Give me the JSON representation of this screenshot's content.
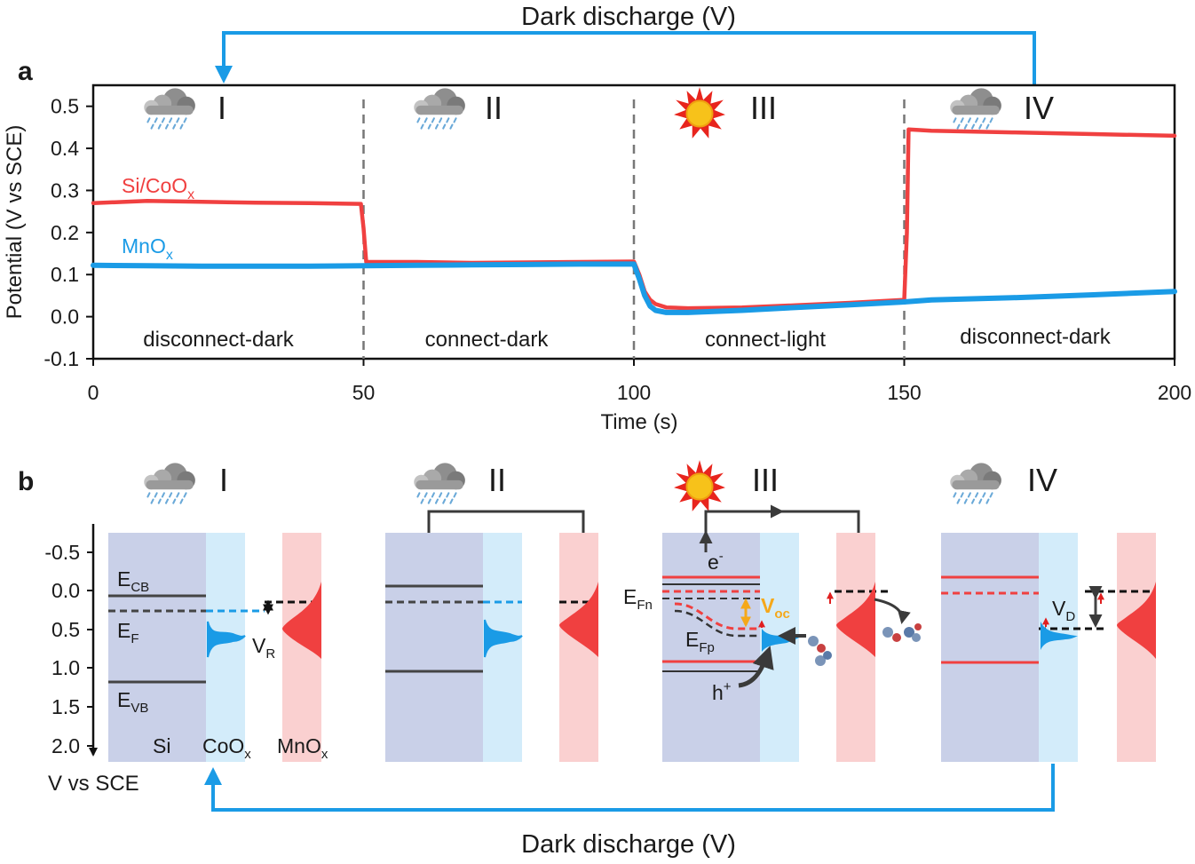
{
  "figure": {
    "top_caption": "Dark discharge (V)",
    "bottom_caption": "Dark discharge (V)",
    "accent_blue": "#1a9be6",
    "accent_red": "#f04040"
  },
  "panel_a": {
    "label": "a",
    "regions": [
      {
        "numeral": "I",
        "weather": "rain-cloud-icon",
        "condition": "disconnect-dark"
      },
      {
        "numeral": "II",
        "weather": "rain-cloud-icon",
        "condition": "connect-dark"
      },
      {
        "numeral": "III",
        "weather": "sun-icon",
        "condition": "connect-light"
      },
      {
        "numeral": "IV",
        "weather": "rain-cloud-icon",
        "condition": "disconnect-dark"
      }
    ]
  },
  "chart_data": {
    "type": "line",
    "xlabel": "Time (s)",
    "ylabel": "Potential (V vs SCE)",
    "xlim": [
      0,
      200
    ],
    "ylim": [
      -0.1,
      0.55
    ],
    "xticks": [
      0,
      50,
      100,
      150,
      200
    ],
    "yticks": [
      -0.1,
      0.0,
      0.1,
      0.2,
      0.3,
      0.4,
      0.5
    ],
    "grid": false,
    "phase_boundaries": [
      50,
      100,
      150
    ],
    "series": [
      {
        "name_base": "Si/CoO",
        "name_sub": "x",
        "color": "#f04040",
        "x": [
          0,
          10,
          20,
          30,
          40,
          49.5,
          50,
          50.5,
          60,
          70,
          80,
          90,
          100,
          101,
          102,
          103,
          104,
          106,
          110,
          120,
          130,
          140,
          150,
          150.5,
          150.8,
          155,
          170,
          185,
          200
        ],
        "y": [
          0.27,
          0.275,
          0.273,
          0.271,
          0.27,
          0.268,
          0.21,
          0.13,
          0.13,
          0.128,
          0.129,
          0.13,
          0.131,
          0.1,
          0.06,
          0.04,
          0.03,
          0.022,
          0.02,
          0.022,
          0.027,
          0.033,
          0.04,
          0.2,
          0.445,
          0.442,
          0.438,
          0.434,
          0.43
        ]
      },
      {
        "name_base": "MnO",
        "name_sub": "x",
        "color": "#1a9be6",
        "x": [
          0,
          10,
          20,
          30,
          40,
          50,
          60,
          70,
          80,
          90,
          100,
          101,
          102,
          103,
          104,
          106,
          110,
          120,
          130,
          140,
          150,
          155,
          170,
          185,
          200
        ],
        "y": [
          0.122,
          0.121,
          0.12,
          0.12,
          0.12,
          0.121,
          0.122,
          0.123,
          0.124,
          0.125,
          0.125,
          0.09,
          0.05,
          0.025,
          0.015,
          0.01,
          0.01,
          0.015,
          0.022,
          0.028,
          0.035,
          0.04,
          0.045,
          0.052,
          0.06
        ]
      }
    ]
  },
  "panel_b": {
    "label": "b",
    "axis_ticks": [
      "-0.5",
      "0.0",
      "0.5",
      "1.0",
      "1.5",
      "2.0"
    ],
    "axis_unit": "V vs SCE",
    "schemes": [
      {
        "numeral": "I",
        "weather": "rain-cloud-icon"
      },
      {
        "numeral": "II",
        "weather": "rain-cloud-icon"
      },
      {
        "numeral": "III",
        "weather": "sun-icon"
      },
      {
        "numeral": "IV",
        "weather": "rain-cloud-icon"
      }
    ],
    "labels": {
      "e_cb": "E",
      "e_cb_sub": "CB",
      "e_f": "E",
      "e_f_sub": "F",
      "e_vb": "E",
      "e_vb_sub": "VB",
      "v_r": "V",
      "v_r_sub": "R",
      "si": "Si",
      "coox": "CoO",
      "coox_sub": "x",
      "mnox": "MnO",
      "mnox_sub": "x",
      "e_fn": "E",
      "e_fn_sub": "Fn",
      "e_fp": "E",
      "e_fp_sub": "Fp",
      "v_oc": "V",
      "v_oc_sub": "oc",
      "electron": "e",
      "electron_sup": "-",
      "hole": "h",
      "hole_sup": "+",
      "v_d": "V",
      "v_d_sub": "D"
    }
  }
}
